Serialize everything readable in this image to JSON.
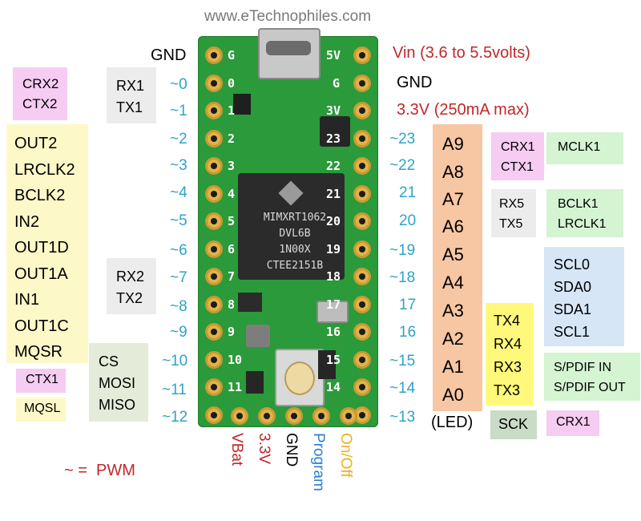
{
  "site": "www.eTechnophiles.com",
  "top_power": {
    "left_gnd": "GND",
    "vin": "Vin (3.6 to 5.5volts)",
    "right_gnd": "GND",
    "v33": "3.3V (250mA max)"
  },
  "left_pins": [
    "~0",
    "~1",
    "~2",
    "~3",
    "~4",
    "~5",
    "~6",
    "~7",
    "~8",
    "~9",
    "~10",
    "~11",
    "~12"
  ],
  "right_pins": [
    "~23",
    "~22",
    "21",
    "20",
    "~19",
    "~18",
    "17",
    "16",
    "~15",
    "~14",
    "~13"
  ],
  "analog_pins": [
    "A9",
    "A8",
    "A7",
    "A6",
    "A5",
    "A4",
    "A3",
    "A2",
    "A1",
    "A0"
  ],
  "led_label": "(LED)",
  "bottom_pins": [
    {
      "label": "VBat",
      "color": "#c0282b"
    },
    {
      "label": "3.3V",
      "color": "#c0282b"
    },
    {
      "label": "GND",
      "color": "#000000"
    },
    {
      "label": "Program",
      "color": "#2d7fd1"
    },
    {
      "label": "On/Off",
      "color": "#e8b321"
    }
  ],
  "boxes": {
    "can2": [
      "CRX2",
      "CTX2"
    ],
    "serial1": [
      "RX1",
      "TX1"
    ],
    "audio": [
      "OUT2",
      "LRCLK2",
      "BCLK2",
      "IN2",
      "OUT1D",
      "OUT1A",
      "IN1",
      "OUT1C",
      "MQSR"
    ],
    "serial2": [
      "RX2",
      "TX2"
    ],
    "spi": [
      "CS",
      "MOSI",
      "MISO"
    ],
    "ctx1": [
      "CTX1"
    ],
    "mqsl": [
      "MQSL"
    ],
    "can1": [
      "CRX1",
      "CTX1"
    ],
    "mclk1": [
      "MCLK1"
    ],
    "serial5": [
      "RX5",
      "TX5"
    ],
    "i2s1": [
      "BCLK1",
      "LRCLK1"
    ],
    "i2c": [
      "SCL0",
      "SDA0",
      "SDA1",
      "SCL1"
    ],
    "serial34": [
      "TX4",
      "RX4",
      "RX3",
      "TX3"
    ],
    "spdif": [
      "S/PDIF IN",
      "S/PDIF OUT"
    ],
    "sck": [
      "SCK"
    ],
    "crx1": [
      "CRX1"
    ]
  },
  "board_silk": {
    "left": [
      "G",
      "0",
      "1",
      "2",
      "3",
      "4",
      "5",
      "6",
      "7",
      "8",
      "9",
      "10",
      "11"
    ],
    "right": [
      "5V",
      "G",
      "3V",
      "23",
      "22",
      "21",
      "20",
      "19",
      "18",
      "17",
      "16",
      "15",
      "14"
    ],
    "chip_lines": [
      "MIMXRT1062",
      "DVL6B",
      "1N00X",
      "CTEE2151B"
    ]
  },
  "legend": "~ =  PWM",
  "colors": {
    "pin_number": "#2ea3c7",
    "power_red": "#c0282b",
    "pcb_green": "#2a9a3a",
    "analog_orange": "#f7c6a3",
    "can_pink": "#f6ccf3",
    "serial_gray": "#ececec",
    "audio_yellow": "#fdf8c8",
    "spi_sage": "#e4ecd9",
    "mclk_green": "#d4f4d2",
    "i2c_blue": "#d6e6f7",
    "serial34_yellow": "#fff87a",
    "sck_green": "#c9dcc6"
  }
}
